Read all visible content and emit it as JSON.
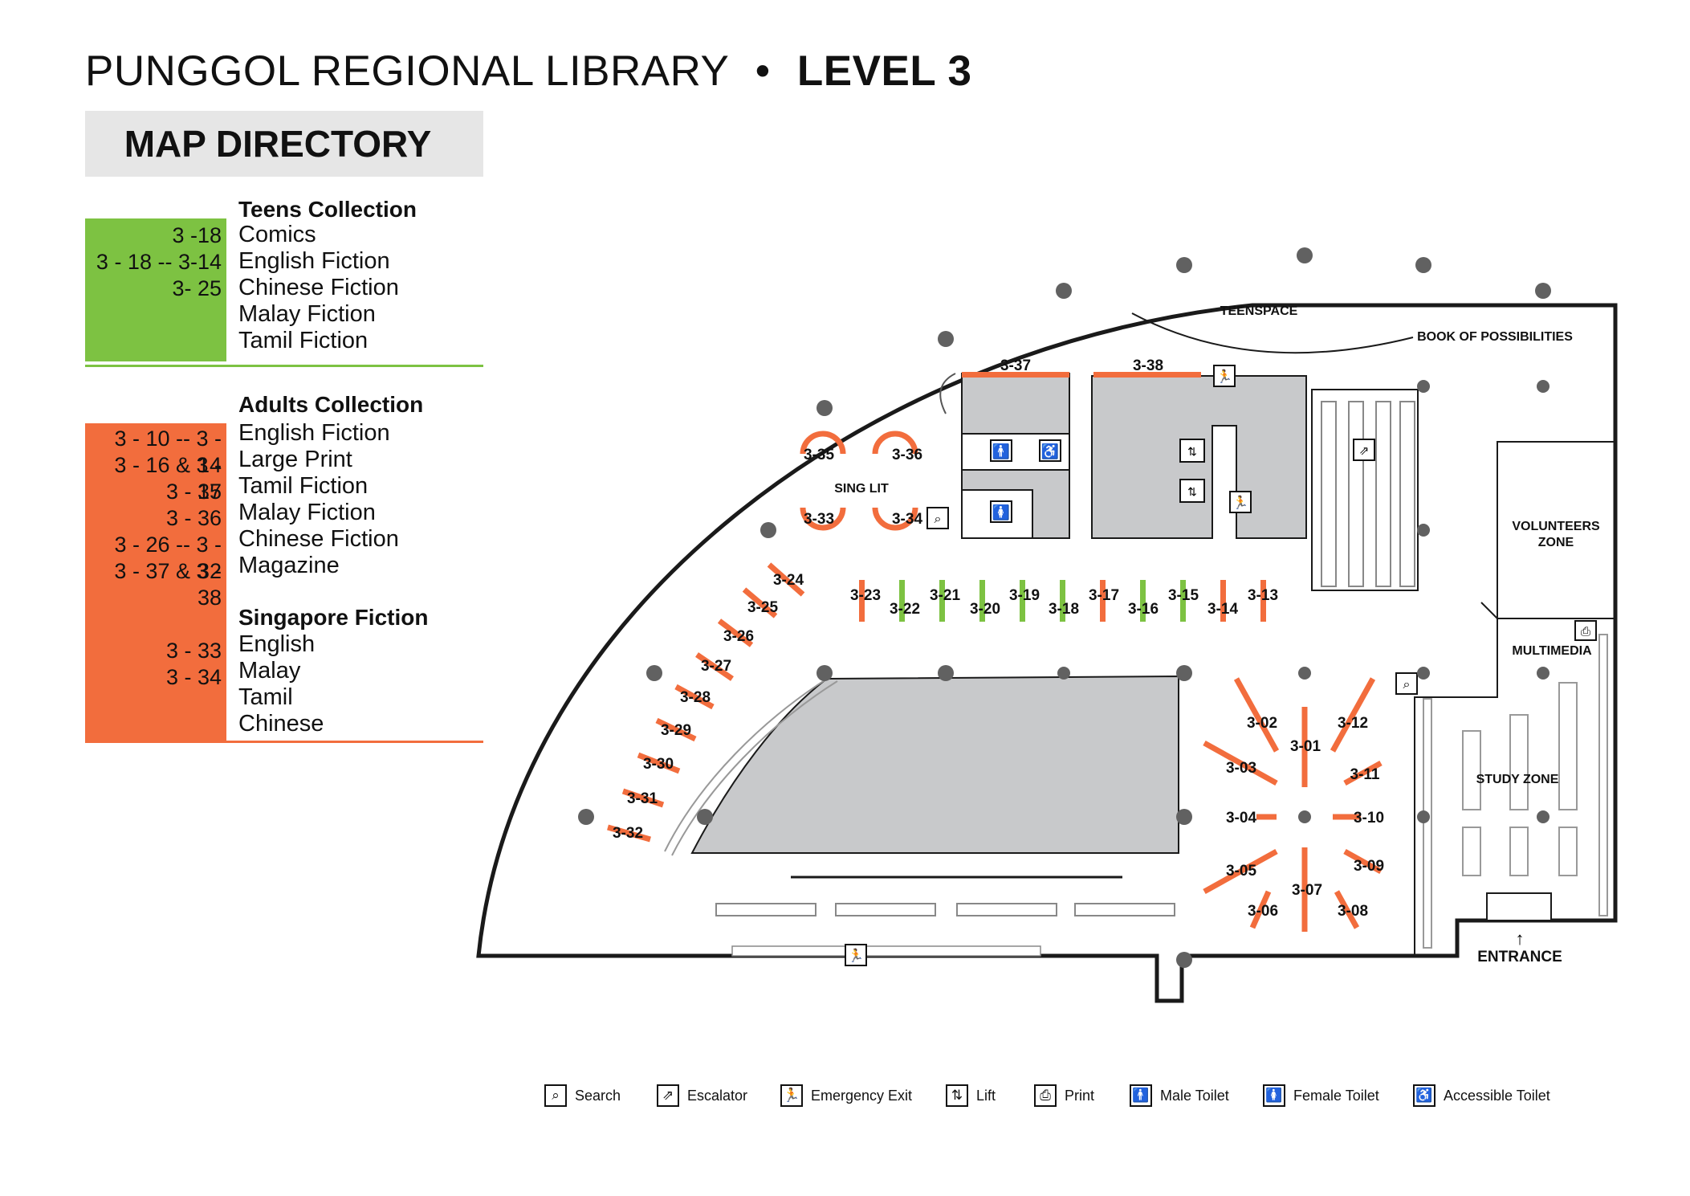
{
  "header": {
    "title_main": "PUNGGOL REGIONAL LIBRARY",
    "bullet": "•",
    "title_level": "LEVEL 3"
  },
  "directory": {
    "heading": "MAP DIRECTORY",
    "teens": {
      "heading": "Teens Collection",
      "color": "#7dc242",
      "rows": [
        {
          "code": "3 -18",
          "name": "Comics"
        },
        {
          "code": "3 - 18 -- 3-14",
          "name": "English Fiction"
        },
        {
          "code": "3- 25",
          "name": "Chinese Fiction"
        },
        {
          "code": "",
          "name": "Malay Fiction"
        },
        {
          "code": "",
          "name": "Tamil Fiction"
        }
      ]
    },
    "adults": {
      "heading": "Adults Collection",
      "color": "#f26d3d",
      "rows": [
        {
          "code": "3 - 10 -- 3 - 14",
          "name": "English Fiction"
        },
        {
          "code": "3 - 16 & 3 - 17",
          "name": "Large Print"
        },
        {
          "code": "3 - 35",
          "name": "Tamil Fiction"
        },
        {
          "code": "3 - 36",
          "name": "Malay Fiction"
        },
        {
          "code": "3 - 26 -- 3 - 32",
          "name": "Chinese Fiction"
        },
        {
          "code": "3 - 37 & 3 - 38",
          "name": "Magazine"
        }
      ]
    },
    "singapore": {
      "heading": "Singapore Fiction",
      "rows": [
        {
          "code": "3 - 33",
          "name": "English"
        },
        {
          "code": "3 - 34",
          "name": "Malay"
        },
        {
          "code": "",
          "name": "Tamil"
        },
        {
          "code": "",
          "name": "Chinese"
        }
      ]
    }
  },
  "map": {
    "areas": {
      "teenspace": "TEENSPACE",
      "book_of_possibilities": "BOOK OF POSSIBILITIES",
      "volunteers_zone_1": "VOLUNTEERS",
      "volunteers_zone_2": "ZONE",
      "multimedia": "MULTIMEDIA",
      "study_zone": "STUDY ZONE",
      "sing_lit": "SING LIT",
      "entrance": "ENTRANCE"
    },
    "shelves": {
      "s01": "3-01",
      "s02": "3-02",
      "s03": "3-03",
      "s04": "3-04",
      "s05": "3-05",
      "s06": "3-06",
      "s07": "3-07",
      "s08": "3-08",
      "s09": "3-09",
      "s10": "3-10",
      "s11": "3-11",
      "s12": "3-12",
      "s13": "3-13",
      "s14": "3-14",
      "s15": "3-15",
      "s16": "3-16",
      "s17": "3-17",
      "s18": "3-18",
      "s19": "3-19",
      "s20": "3-20",
      "s21": "3-21",
      "s22": "3-22",
      "s23": "3-23",
      "s24": "3-24",
      "s25": "3-25",
      "s26": "3-26",
      "s27": "3-27",
      "s28": "3-28",
      "s29": "3-29",
      "s30": "3-30",
      "s31": "3-31",
      "s32": "3-32",
      "s33": "3-33",
      "s34": "3-34",
      "s35": "3-35",
      "s36": "3-36",
      "s37": "3-37",
      "s38": "3-38"
    },
    "colors": {
      "adult_shelf": "#f26d3d",
      "teen_shelf": "#7dc242",
      "room_fill": "#c8c9cb",
      "pillar": "#616161"
    }
  },
  "legend": {
    "search": "Search",
    "escalator": "Escalator",
    "emergency_exit": "Emergency Exit",
    "lift": "Lift",
    "print": "Print",
    "male_toilet": "Male Toilet",
    "female_toilet": "Female Toilet",
    "accessible_toilet": "Accessible Toilet",
    "icons": [
      "search-icon",
      "escalator-icon",
      "emergency-exit-icon",
      "lift-icon",
      "print-icon",
      "male-toilet-icon",
      "female-toilet-icon",
      "accessible-toilet-icon"
    ]
  }
}
